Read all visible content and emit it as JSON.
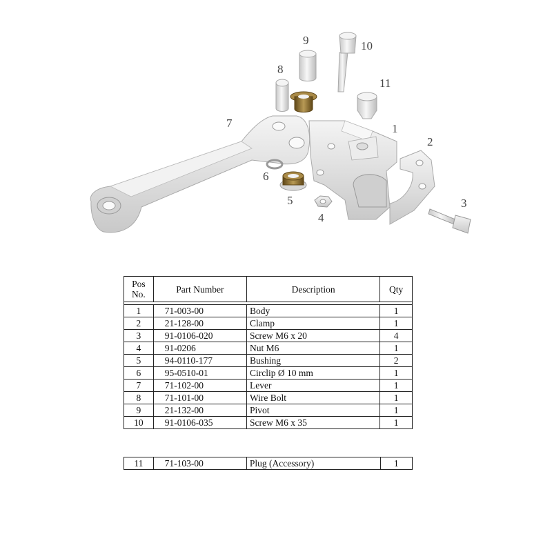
{
  "diagram": {
    "callouts": [
      {
        "pos": "1",
        "part": "body"
      },
      {
        "pos": "2",
        "part": "clamp"
      },
      {
        "pos": "3",
        "part": "screw-m6x20"
      },
      {
        "pos": "4",
        "part": "nut-m6"
      },
      {
        "pos": "5",
        "part": "bushing"
      },
      {
        "pos": "6",
        "part": "circlip"
      },
      {
        "pos": "7",
        "part": "lever"
      },
      {
        "pos": "8",
        "part": "wire-bolt"
      },
      {
        "pos": "9",
        "part": "pivot"
      },
      {
        "pos": "10",
        "part": "screw-m6x35"
      },
      {
        "pos": "11",
        "part": "plug"
      }
    ],
    "colors": {
      "metal": "#e2e2e2",
      "metal_shadow": "#bdbdbd",
      "bronze": "#8a6a2c",
      "label": "#444444"
    }
  },
  "table": {
    "headers": {
      "pos": "Pos\nNo.",
      "part_number": "Part Number",
      "description": "Description",
      "qty": "Qty"
    },
    "rows": [
      {
        "pos": "1",
        "part_number": "71-003-00",
        "description": "Body",
        "qty": "1"
      },
      {
        "pos": "2",
        "part_number": "21-128-00",
        "description": "Clamp",
        "qty": "1"
      },
      {
        "pos": "3",
        "part_number": "91-0106-020",
        "description": "Screw M6 x 20",
        "qty": "4"
      },
      {
        "pos": "4",
        "part_number": "91-0206",
        "description": "Nut M6",
        "qty": "1"
      },
      {
        "pos": "5",
        "part_number": "94-0110-177",
        "description": "Bushing",
        "qty": "2"
      },
      {
        "pos": "6",
        "part_number": "95-0510-01",
        "description": "Circlip Ø 10 mm",
        "qty": "1"
      },
      {
        "pos": "7",
        "part_number": "71-102-00",
        "description": "Lever",
        "qty": "1"
      },
      {
        "pos": "8",
        "part_number": "71-101-00",
        "description": "Wire Bolt",
        "qty": "1"
      },
      {
        "pos": "9",
        "part_number": "21-132-00",
        "description": "Pivot",
        "qty": "1"
      },
      {
        "pos": "10",
        "part_number": "91-0106-035",
        "description": "Screw M6 x 35",
        "qty": "1"
      }
    ],
    "accessory_rows": [
      {
        "pos": "11",
        "part_number": "71-103-00",
        "description": "Plug (Accessory)",
        "qty": "1"
      }
    ]
  }
}
